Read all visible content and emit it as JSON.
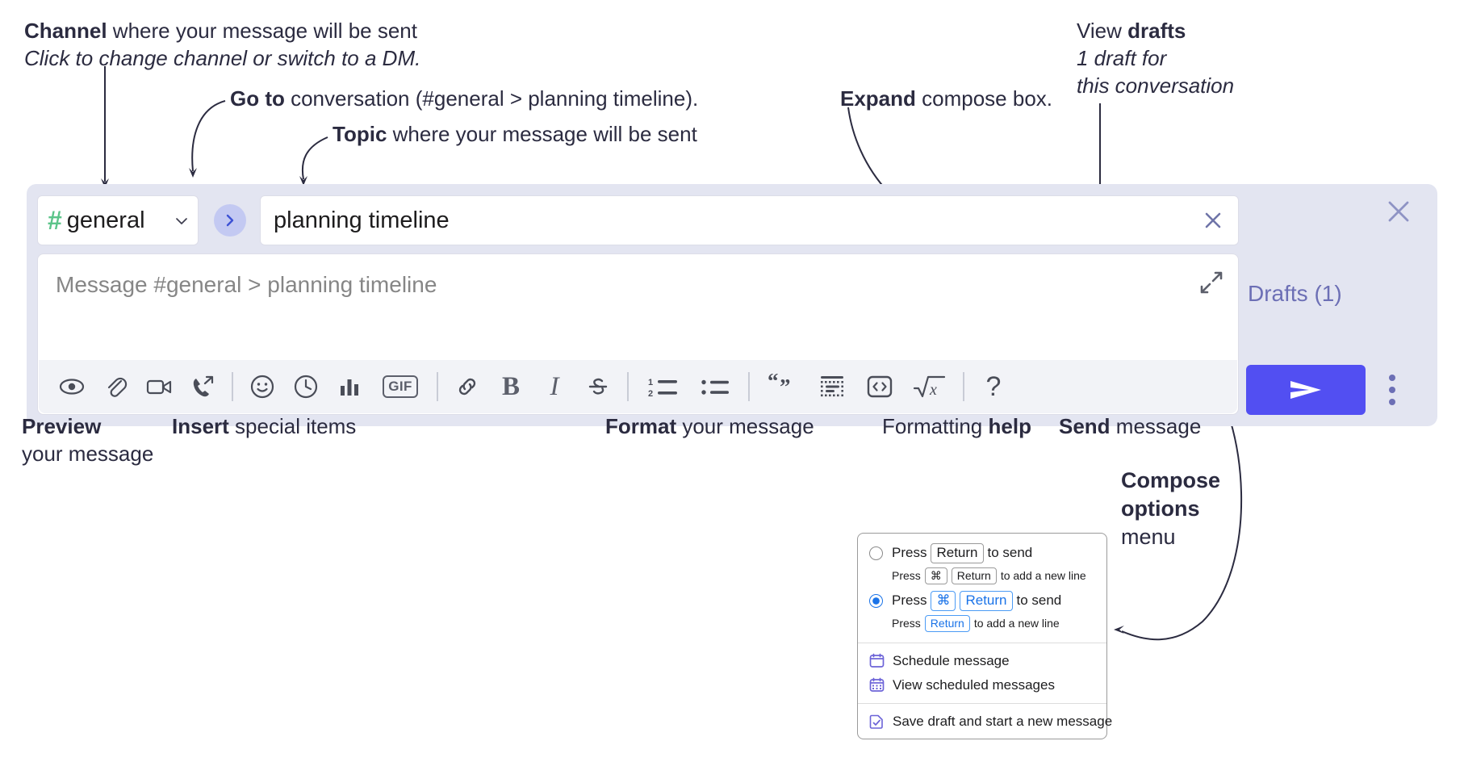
{
  "annotations": {
    "channel": {
      "bold": "Channel",
      "rest": " where your message will be sent",
      "italic": "Click to change channel or switch to a DM."
    },
    "goto": {
      "bold": "Go to",
      "rest": " conversation (#general > planning timeline)."
    },
    "topic": {
      "bold": "Topic",
      "rest": " where your message will be sent"
    },
    "expand": {
      "bold": "Expand",
      "rest": " compose box."
    },
    "drafts": {
      "line1_plain": "View ",
      "line1_bold": "drafts",
      "line2": "1 draft for",
      "line3": "this conversation"
    },
    "preview": {
      "bold": "Preview",
      "rest": "your message"
    },
    "insert": {
      "bold": "Insert",
      "rest": " special items"
    },
    "format": {
      "bold": "Format",
      "rest": " your message"
    },
    "help": {
      "plain": "Formatting ",
      "bold": "help"
    },
    "send": {
      "bold": "Send",
      "rest": " message"
    },
    "compose_options": {
      "bold1": "Compose",
      "bold2": "options",
      "rest": "menu"
    }
  },
  "compose": {
    "channel_name": "general",
    "channel_icon": "hash-icon",
    "channel_chevron": "chevron-down-icon",
    "goto_icon": "chevron-right-icon",
    "topic_value": "planning timeline",
    "topic_clear_icon": "close-icon",
    "message_placeholder": "Message #general > planning timeline",
    "expand_icon": "expand-icon",
    "drafts_label": "Drafts (1)",
    "widget_close_icon": "close-icon",
    "send_icon": "send-paper-plane-icon",
    "compose_menu_icon": "kebab-menu-icon",
    "toolbar": [
      {
        "name": "preview-icon",
        "label": "Preview",
        "type": "icon"
      },
      {
        "name": "attachment-paperclip-icon",
        "label": "Attach file",
        "type": "icon"
      },
      {
        "name": "video-camera-icon",
        "label": "Video clip",
        "type": "icon"
      },
      {
        "name": "audio-call-icon",
        "label": "Audio clip",
        "type": "icon"
      },
      {
        "name": "separator",
        "label": "",
        "type": "sep"
      },
      {
        "name": "emoji-smiley-icon",
        "label": "Emoji",
        "type": "icon"
      },
      {
        "name": "clock-icon",
        "label": "Reminder",
        "type": "icon"
      },
      {
        "name": "bar-chart-icon",
        "label": "Poll",
        "type": "icon"
      },
      {
        "name": "gif-icon",
        "label": "GIF",
        "type": "icon"
      },
      {
        "name": "separator",
        "label": "",
        "type": "sep"
      },
      {
        "name": "link-icon",
        "label": "Link",
        "type": "icon"
      },
      {
        "name": "bold-icon",
        "label": "B",
        "type": "icon"
      },
      {
        "name": "italic-icon",
        "label": "I",
        "type": "icon"
      },
      {
        "name": "strikethrough-icon",
        "label": "Strikethrough",
        "type": "icon"
      },
      {
        "name": "separator",
        "label": "",
        "type": "sep"
      },
      {
        "name": "ordered-list-icon",
        "label": "Ordered list",
        "type": "icon"
      },
      {
        "name": "bulleted-list-icon",
        "label": "Bulleted list",
        "type": "icon"
      },
      {
        "name": "separator",
        "label": "",
        "type": "sep"
      },
      {
        "name": "blockquote-icon",
        "label": "Blockquote",
        "type": "icon"
      },
      {
        "name": "code-block-icon",
        "label": "Code block",
        "type": "icon"
      },
      {
        "name": "inline-code-icon",
        "label": "Code",
        "type": "icon"
      },
      {
        "name": "math-icon",
        "label": "Math",
        "type": "icon"
      },
      {
        "name": "separator",
        "label": "",
        "type": "sep"
      },
      {
        "name": "formatting-help-icon",
        "label": "?",
        "type": "icon"
      }
    ]
  },
  "options_menu": {
    "radio1": {
      "selected": false,
      "pre": "Press",
      "key": "Return",
      "post": "to send",
      "sub_pre": "Press",
      "sub_key1": "⌘",
      "sub_key2": "Return",
      "sub_post": "to add a new line"
    },
    "radio2": {
      "selected": true,
      "pre": "Press",
      "key1": "⌘",
      "key2": "Return",
      "post": "to send",
      "sub_pre": "Press",
      "sub_key": "Return",
      "sub_post": "to add a new line"
    },
    "items": [
      {
        "icon": "calendar-schedule-icon",
        "label": "Schedule message"
      },
      {
        "icon": "calendar-grid-icon",
        "label": "View scheduled messages"
      },
      {
        "icon": "save-draft-icon",
        "label": "Save draft and start a new message"
      }
    ]
  },
  "colors": {
    "widget_bg": "#e3e5f1",
    "send_button": "#524ff2",
    "hash_green": "#5bc489",
    "accent_purple": "#6c6fb5",
    "goto_circle": "#c3c9f2",
    "radio_blue": "#1a73e8"
  }
}
